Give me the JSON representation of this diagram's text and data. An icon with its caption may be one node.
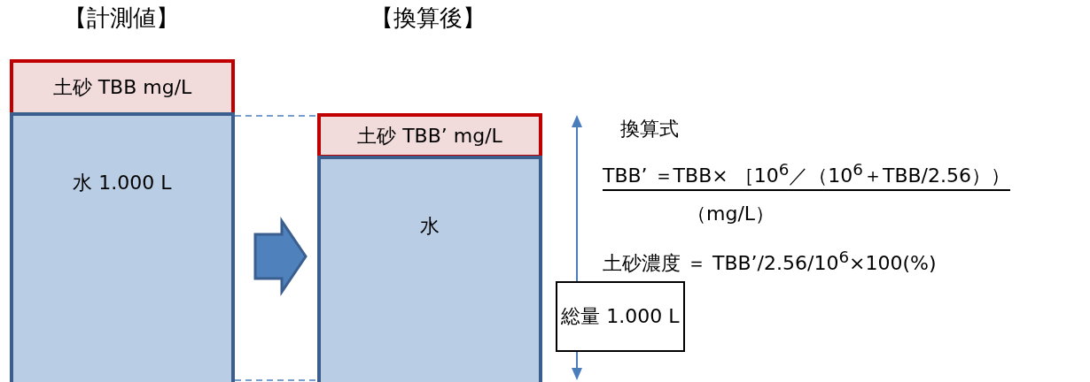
{
  "diagram": {
    "nodes": [
      {
        "text": [
          "土砂 TBB mg/L"
        ]
      },
      {
        "text": [
          "水 1.000 L"
        ]
      },
      {
        "text": [
          "土砂 TBB’ mg/L"
        ]
      },
      {
        "text": [
          "水"
        ]
      },
      {
        "text": [
          "総量 1.000 L"
        ]
      }
    ],
    "edges": [
      {
        "from": 0,
        "to": 2,
        "arrow": "none",
        "style": "dashed"
      },
      {
        "from": 1,
        "to": 3,
        "arrow": "none",
        "style": "dashed"
      },
      {
        "from": 1,
        "to": 3,
        "arrow": "to",
        "style": "thick"
      }
    ],
    "labels": [
      "【計測値】",
      "【換算後】",
      "換算式",
      "TBB’ ＝TBB× ［10$^{6}$／（10$^{6}$＋TBB/2.56））",
      "（mg/L）",
      "土砂濃度 ＝ TBB’/2.56/10$^{6}$×100(%)"
    ]
  }
}
